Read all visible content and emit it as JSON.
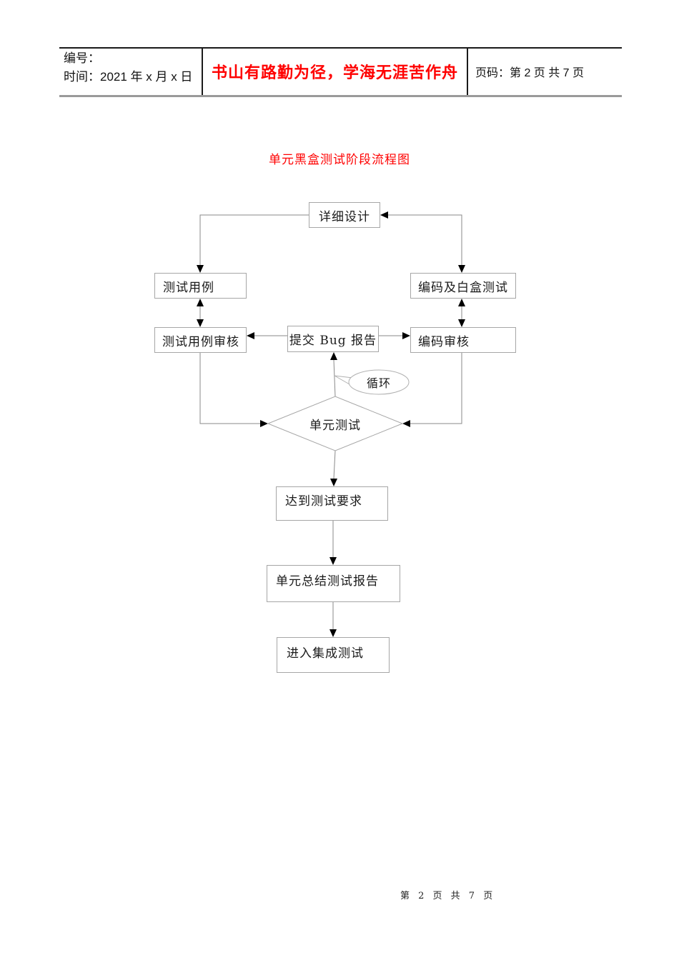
{
  "header": {
    "number_label": "编号：",
    "time_label": "时间：2021 年 x 月 x 日",
    "slogan": "书山有路勤为径，学海无涯苦作舟",
    "page_label": "页码：第 2 页  共 7 页"
  },
  "title": "单元黑盒测试阶段流程图",
  "flowchart": {
    "nodes": {
      "detail_design": "详细设计",
      "test_case": "测试用例",
      "coding_whitebox": "编码及白盒测试",
      "test_case_review": "测试用例审核",
      "submit_bug": "提交 Bug 报告",
      "code_review": "编码审核",
      "loop_callout": "循环",
      "unit_test": "单元测试",
      "meet_requirements": "达到测试要求",
      "unit_summary_report": "单元总结测试报告",
      "enter_integration": "进入集成测试"
    }
  },
  "footer": {
    "page_text": "第 2 页 共 7 页"
  },
  "colors": {
    "accent_red": "#ff0000",
    "line_gray": "#8a8a8a",
    "box_border_gray": "#a6a6a6",
    "arrow_black": "#000000"
  }
}
